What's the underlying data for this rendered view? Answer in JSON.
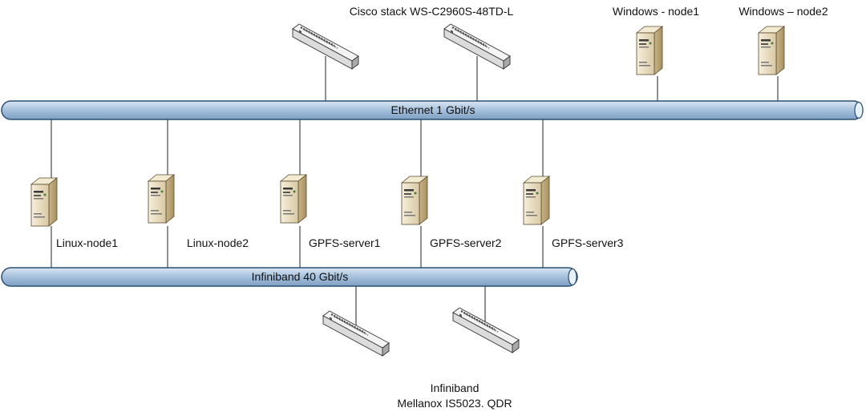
{
  "buses": {
    "ethernet": {
      "label": "Ethernet 1 Gbit/s"
    },
    "infiniband": {
      "label": "Infiniband 40 Gbit/s"
    }
  },
  "switch_groups": {
    "cisco": {
      "label": "Cisco stack WS-C2960S-48TD-L"
    },
    "infiniband": {
      "label_line1": "Infiniband",
      "label_line2": "Mellanox IS5023. QDR"
    }
  },
  "windows_nodes": [
    {
      "label": "Windows - node1"
    },
    {
      "label": "Windows – node2"
    }
  ],
  "cluster_nodes": [
    {
      "label": "Linux-node1"
    },
    {
      "label": "Linux-node2"
    },
    {
      "label": "GPFS-server1"
    },
    {
      "label": "GPFS-server2"
    },
    {
      "label": "GPFS-server3"
    }
  ],
  "colors": {
    "bus_fill": "#b8cfe6",
    "bus_stroke": "#2b4f73",
    "server_body": "#ece1c8",
    "switch_body": "#eeeeee"
  },
  "icons": {
    "server": "server-tower-icon",
    "switch": "network-switch-icon"
  }
}
